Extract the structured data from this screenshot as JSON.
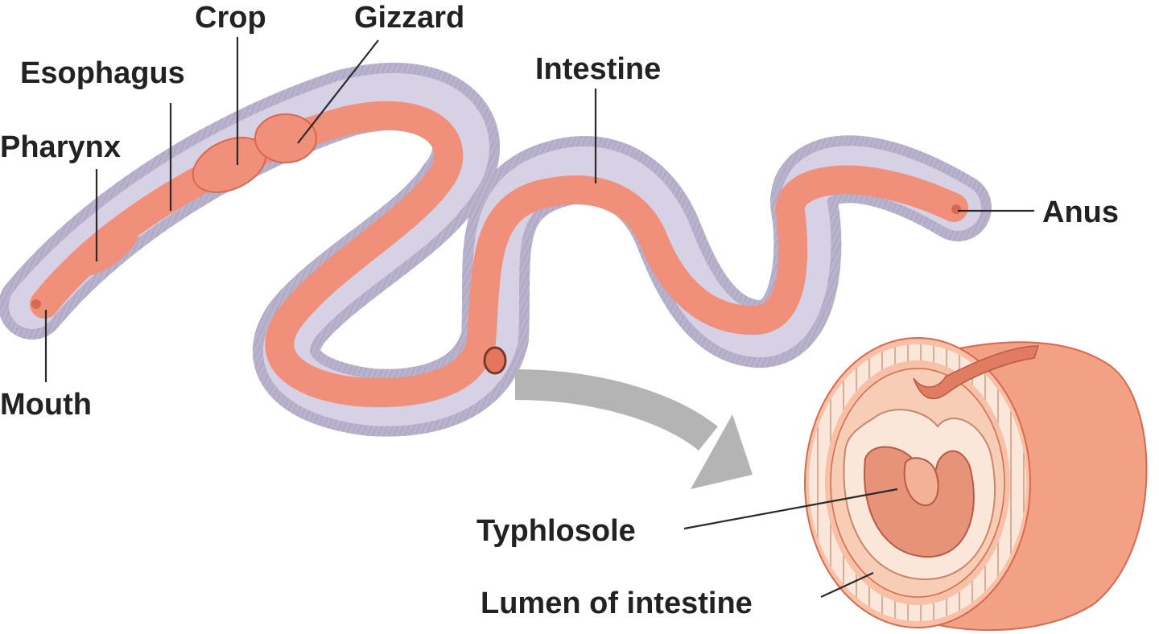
{
  "labels": {
    "crop": "Crop",
    "gizzard": "Gizzard",
    "esophagus": "Esophagus",
    "intestine": "Intestine",
    "pharynx": "Pharynx",
    "anus": "Anus",
    "mouth": "Mouth",
    "typhlosole": "Typhlosole",
    "lumen": "Lumen of intestine"
  },
  "colors": {
    "body_wall": "#b9b2cd",
    "body_wall_dark": "#8f87a8",
    "gut": "#f0907a",
    "gut_dark": "#d9684f",
    "section_outer": "#f2a184",
    "arrow": "#b4b4b4",
    "text": "#222222"
  }
}
